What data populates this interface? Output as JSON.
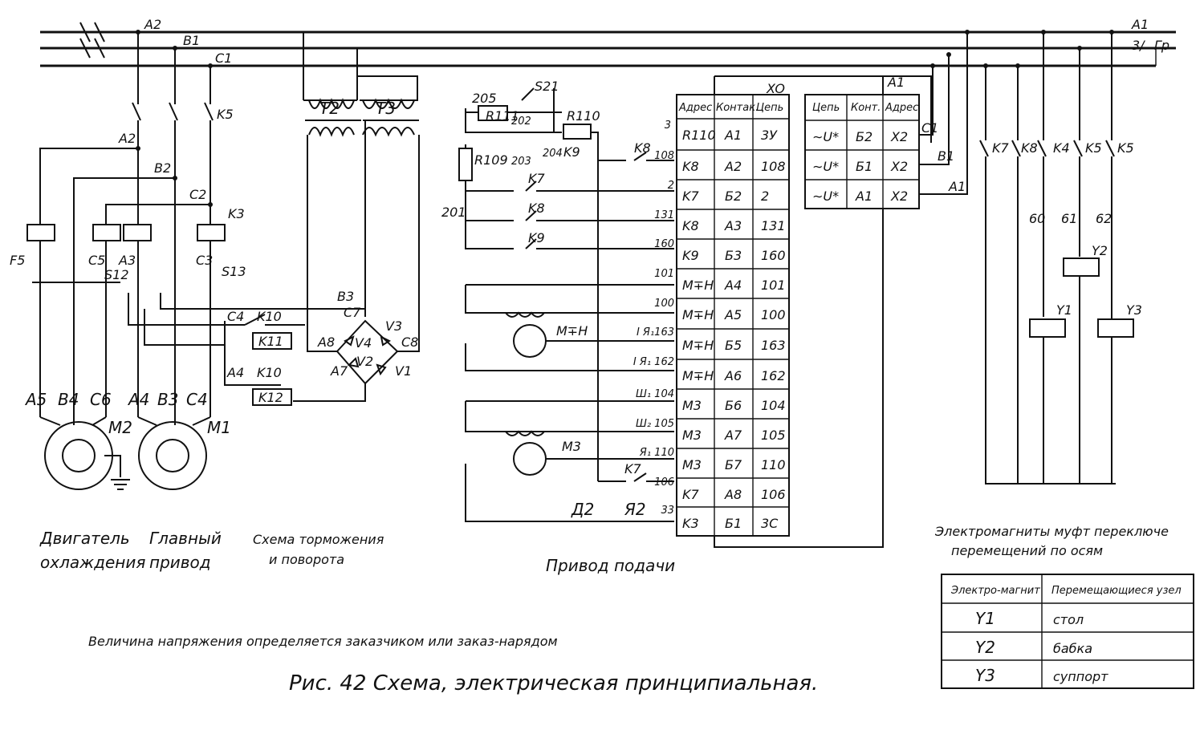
{
  "bus_labels": {
    "a2": "A2",
    "b1": "B1",
    "c1": "C1",
    "a1": "A1",
    "b_right": "3/",
    "gr": "Гр"
  },
  "left_labels": {
    "a2": "A2",
    "b2": "B2",
    "c2": "C2",
    "k5": "K5",
    "k3": "K3",
    "f5": "F5",
    "c5": "C5",
    "a3": "A3",
    "s12": "S12",
    "c3": "C3",
    "s13": "S13",
    "b3": "B3",
    "c4": "C4",
    "k10a": "K10",
    "k11": "K11",
    "a4b": "A4",
    "k10b": "K10",
    "k12": "K12",
    "c7": "C7",
    "v3": "V3",
    "a8": "A8",
    "v4": "V4",
    "c8": "C8",
    "a7": "A7",
    "v2": "V2",
    "v1": "V1",
    "t2": "T2",
    "t3": "T3",
    "a5": "A5",
    "b4": "B4",
    "c6": "C6",
    "m2": "M2",
    "a4": "A4",
    "b3m": "B3",
    "c4m": "C4",
    "m1": "M1"
  },
  "feed_labels": {
    "n205": "205",
    "s21": "S21",
    "r111": "R111",
    "n202": "202",
    "r110": "R110",
    "n203": "203",
    "n204": "204",
    "k9top": "K9",
    "r109": "R109",
    "n201": "201",
    "k7": "K7",
    "k8": "K8",
    "k9": "K9",
    "k8top": "K8",
    "mtn": "M∓H",
    "m3": "M3",
    "k7b": "K7",
    "d2": "Д2",
    "ya2": "Я2"
  },
  "wire_numbers": [
    "3",
    "108",
    "2",
    "131",
    "160",
    "101",
    "100",
    "I Я₁163",
    "I Я₁ 162",
    "Ш₁ 104",
    "Ш₂ 105",
    "Я₁ 110",
    "106",
    "33"
  ],
  "connector_table": {
    "group_label": "XO",
    "headers": [
      "Адрес",
      "Контак.",
      "Цепь"
    ],
    "rows": [
      [
        "R110",
        "A1",
        "3У"
      ],
      [
        "K8",
        "A2",
        "108"
      ],
      [
        "K7",
        "Б2",
        "2"
      ],
      [
        "K8",
        "A3",
        "131"
      ],
      [
        "K9",
        "Б3",
        "160"
      ],
      [
        "M∓H",
        "A4",
        "101"
      ],
      [
        "M∓H",
        "A5",
        "100"
      ],
      [
        "M∓H",
        "Б5",
        "163"
      ],
      [
        "M∓H",
        "A6",
        "162"
      ],
      [
        "M3",
        "Б6",
        "104"
      ],
      [
        "M3",
        "A7",
        "105"
      ],
      [
        "M3",
        "Б7",
        "110"
      ],
      [
        "K7",
        "A8",
        "106"
      ],
      [
        "K3",
        "Б1",
        "3C"
      ]
    ]
  },
  "voltage_table": {
    "headers": [
      "Цепь",
      "Конт.",
      "Адрес"
    ],
    "rows": [
      [
        "∼U*",
        "Б2",
        "X2"
      ],
      [
        "∼U*",
        "Б1",
        "X2"
      ],
      [
        "∼U*",
        "A1",
        "X2"
      ]
    ],
    "a1_label": "A1",
    "c1_label": "C1",
    "b1_label": "B1",
    "a1_low": "A1"
  },
  "right_labels": {
    "k7": "K7",
    "k8": "K8",
    "k4": "K4",
    "k5a": "K5",
    "k5b": "K5",
    "n60": "60",
    "n61": "61",
    "n62": "62",
    "y1": "Y1",
    "y2": "Y2",
    "y3": "Y3"
  },
  "captions": {
    "cooling_motor": [
      "Двигатель",
      "охлаждения"
    ],
    "main_drive": [
      "Главный",
      "привод"
    ],
    "braking": [
      "Схема торможения",
      "и поворота"
    ],
    "feed_drive": "Привод подачи",
    "voltage_note": "Величина напряжения определяется заказчиком или заказ-нарядом",
    "figure_title": "Рис. 42  Схема, электрическая принципиальная."
  },
  "magnets_table": {
    "title_lines": [
      "Электромагниты муфт переключе",
      "перемещений по осям"
    ],
    "headers": [
      "Электро-магнит",
      "Перемещающиеся узел"
    ],
    "rows": [
      [
        "Y1",
        "стол"
      ],
      [
        "Y2",
        "бабка"
      ],
      [
        "Y3",
        "суппорт"
      ]
    ]
  }
}
